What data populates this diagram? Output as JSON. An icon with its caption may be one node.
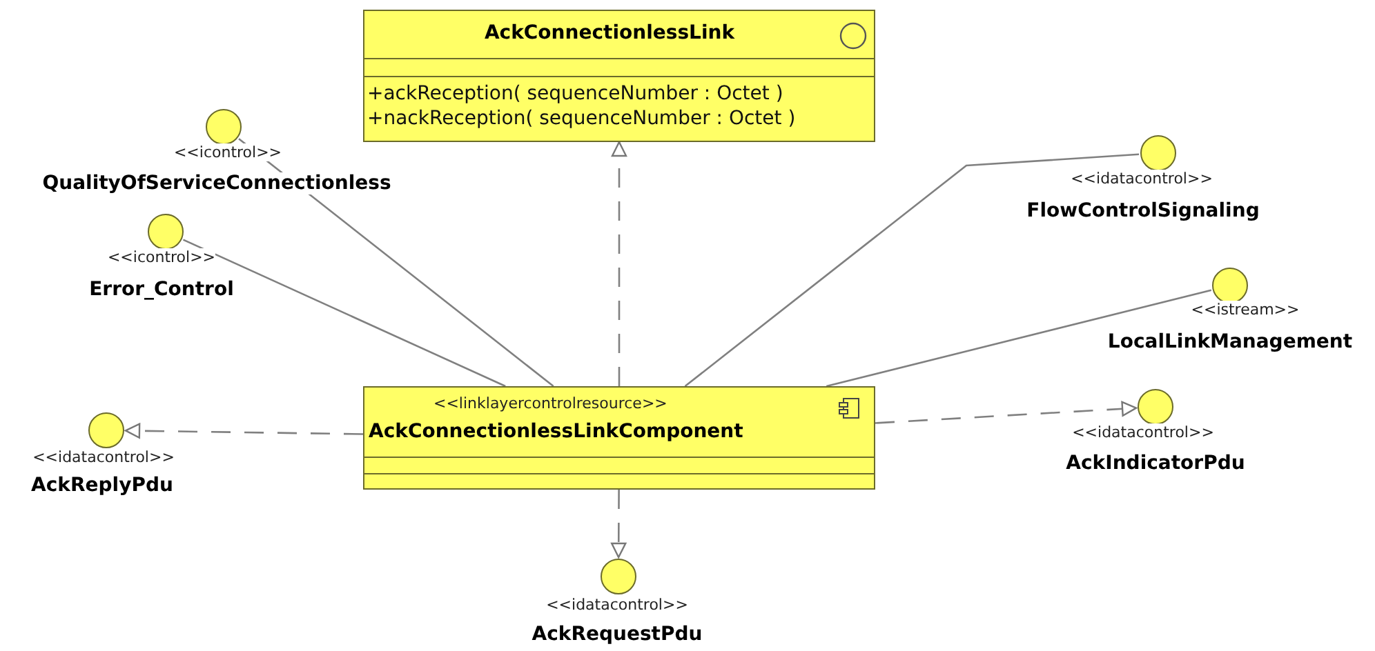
{
  "diagram": {
    "nodes": [
      {
        "text": [
          "AckConnectionlessLink",
          "+ackReception( sequenceNumber : Octet )",
          "+nackReception( sequenceNumber : Octet )"
        ]
      },
      {
        "text": [],
        "shape": "circle",
        "beside": [
          "<<icontrol>>",
          "QualityOfServiceConnectionless"
        ]
      },
      {
        "text": [],
        "shape": "circle",
        "beside": [
          "<<idatacontrol>>",
          "FlowControlSignaling"
        ]
      },
      {
        "text": [],
        "shape": "circle",
        "beside": [
          "<<icontrol>>",
          "Error_Control"
        ]
      },
      {
        "text": [],
        "shape": "circle",
        "beside": [
          "<<istream>>",
          "LocalLinkManagement"
        ]
      },
      {
        "text": [
          "<<linklayercontrolresource>>",
          "AckConnectionlessLinkComponent"
        ]
      },
      {
        "text": [],
        "shape": "circle",
        "beside": [
          "<<idatacontrol>>",
          "AckReplyPdu"
        ]
      },
      {
        "text": [],
        "shape": "circle",
        "beside": [
          "<<idatacontrol>>",
          "AckIndicatorPdu"
        ]
      },
      {
        "text": [],
        "shape": "circle",
        "beside": [
          "<<idatacontrol>>",
          "AckRequestPdu"
        ]
      }
    ],
    "edges": [
      {
        "from": 5,
        "to": 0,
        "arrow": "to",
        "style": "dashed"
      },
      {
        "from": 5,
        "to": 1,
        "arrow": "none"
      },
      {
        "from": 5,
        "to": 2,
        "arrow": "none"
      },
      {
        "from": 5,
        "to": 3,
        "arrow": "none"
      },
      {
        "from": 5,
        "to": 4,
        "arrow": "none"
      },
      {
        "from": 5,
        "to": 6,
        "arrow": "to",
        "style": "dashed"
      },
      {
        "from": 5,
        "to": 7,
        "arrow": "to",
        "style": "dashed"
      },
      {
        "from": 5,
        "to": 8,
        "arrow": "to",
        "style": "dashed"
      }
    ]
  }
}
